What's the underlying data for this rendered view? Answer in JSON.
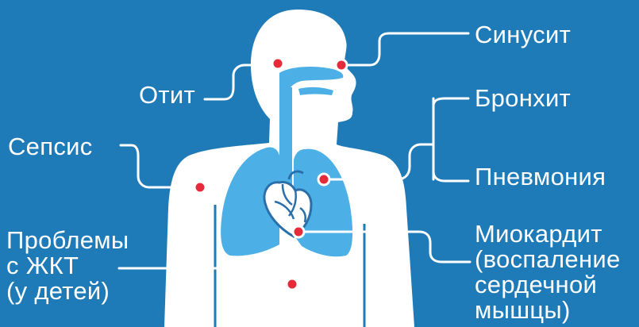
{
  "colors": {
    "background": "#1f7bb8",
    "body": "#ffffff",
    "lungs": "#4cb0e6",
    "airway": "#4cb0e6",
    "heart": "#ffffff",
    "heart_outline": "#2a6eaa",
    "dot": "#e52b3a",
    "connector": "#ffffff"
  },
  "labels": {
    "otit": "Отит",
    "sepsis": "Сепсис",
    "gi_problems": "Проблемы\nс ЖКТ\n(у детей)",
    "sinusitis": "Синусит",
    "bronchitis": "Бронхит",
    "pneumonia": "Пневмония",
    "myocarditis": "Миокардит\n(воспаление\nсердечной\nмышцы)"
  }
}
